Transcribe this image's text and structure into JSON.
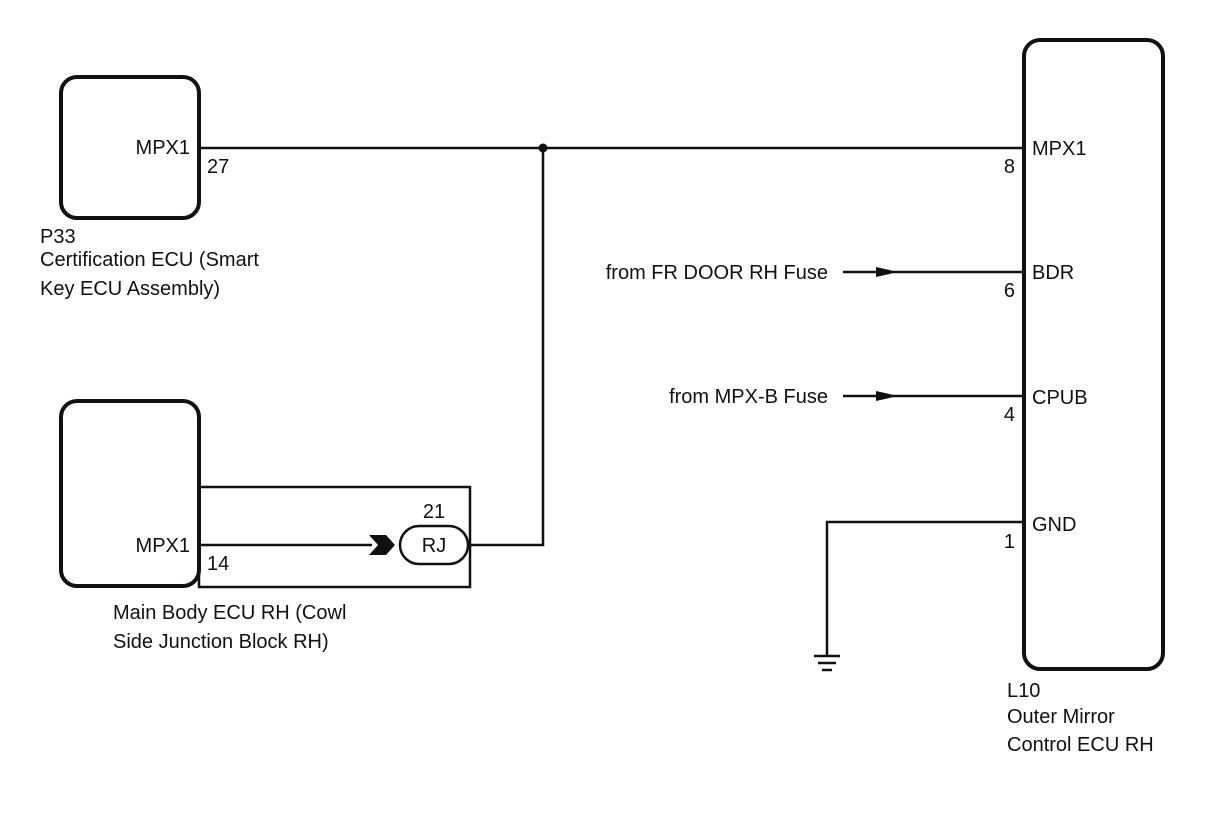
{
  "p33": {
    "code": "P33",
    "name_line1": "Certification ECU (Smart",
    "name_line2": "Key ECU Assembly)",
    "terminal_label": "MPX1",
    "pin": "27"
  },
  "main_body": {
    "name_line1": "Main Body ECU RH (Cowl",
    "name_line2": "Side Junction Block RH)",
    "terminal_label": "MPX1",
    "pin": "14",
    "connector_label": "RJ",
    "connector_pin": "21"
  },
  "l10": {
    "code": "L10",
    "name_line1": "Outer Mirror",
    "name_line2": "Control ECU RH",
    "terminals": [
      {
        "label": "MPX1",
        "pin": "8"
      },
      {
        "label": "BDR",
        "pin": "6"
      },
      {
        "label": "CPUB",
        "pin": "4"
      },
      {
        "label": "GND",
        "pin": "1"
      }
    ]
  },
  "sources": {
    "fr_door_fuse": "from FR DOOR RH Fuse",
    "mpx_b_fuse": "from MPX-B Fuse"
  }
}
